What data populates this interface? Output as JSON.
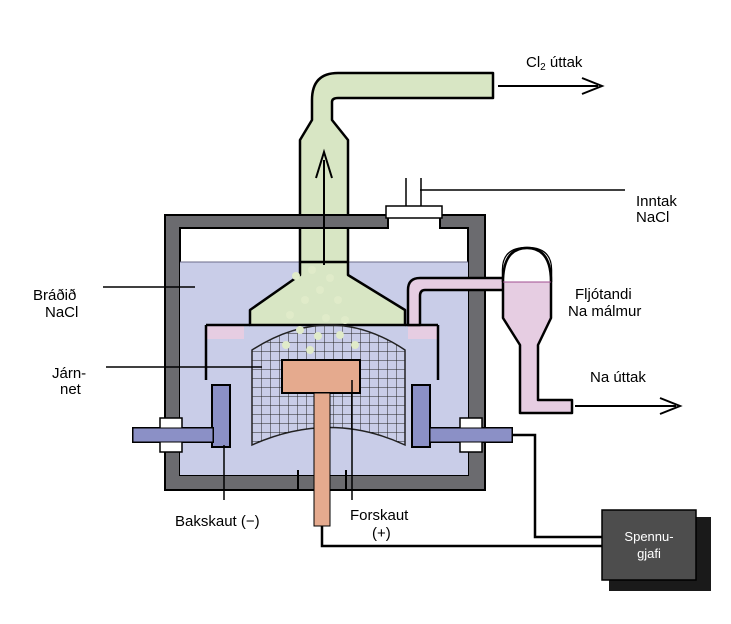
{
  "labels": {
    "cl2_outlet_main": "Cl",
    "cl2_outlet_sub": "2",
    "cl2_outlet_rest": " úttak",
    "inlet_line1": "Inntak",
    "inlet_line2": "NaCl",
    "molten_line1": "Bráðið",
    "molten_line2": "NaCl",
    "liquid_line1": "Fljótandi",
    "liquid_line2": "Na málmur",
    "mesh_line1": "Járn-",
    "mesh_line2": "net",
    "na_outlet": "Na úttak",
    "cathode": "Bakskaut (−)",
    "anode_line1": "Forskaut",
    "anode_line2": "(+)",
    "power_line1": "Spennu-",
    "power_line2": "gjafi"
  },
  "colors": {
    "vessel_wall": "#6b6b6f",
    "molten_salt": "#c9cde8",
    "chlorine_gas": "#d8e6c4",
    "liquid_sodium": "#e6cde2",
    "anode": "#e5aa8e",
    "cathode": "#8b90c6",
    "power_supply": "#4d4d4d"
  }
}
